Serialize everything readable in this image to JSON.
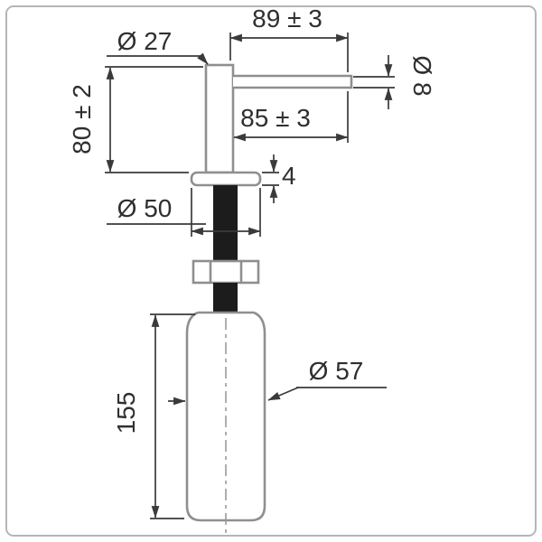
{
  "labels": {
    "dim_top_width": "89 ± 3",
    "dim_head_diameter": "Ø 27",
    "dim_spout_diameter": "Ø 8",
    "dim_head_height": "80 ± 2",
    "dim_spout_length": "85 ± 3",
    "dim_flange_thickness": "4",
    "dim_flange_diameter": "Ø 50",
    "dim_bottle_diameter": "Ø 57",
    "dim_bottle_height": "155"
  },
  "colors": {
    "body_outline": "#8f8f8f",
    "dimension_lines": "#3a3a3a",
    "label_text": "#2f2f2f",
    "shaft_fill": "#1c1c1c",
    "border": "#b5b5b5",
    "background": "#ffffff"
  }
}
